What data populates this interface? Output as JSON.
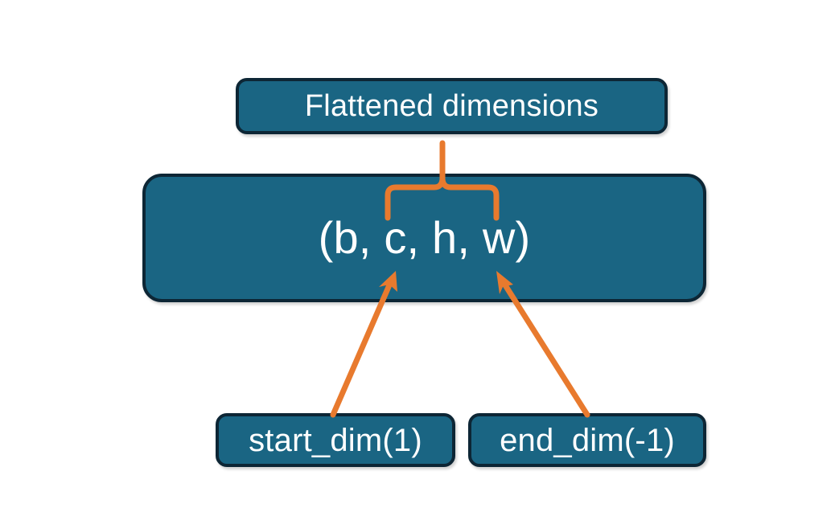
{
  "diagram": {
    "title_node": {
      "label": "Flattened dimensions",
      "name": "flattened-dimensions-box"
    },
    "shape_node": {
      "label": "(b, c, h, w)",
      "name": "tensor-shape-box"
    },
    "argument_nodes": [
      {
        "label": "start_dim(1)",
        "name": "start-dim-box"
      },
      {
        "label": "end_dim(-1)",
        "name": "end-dim-box"
      }
    ],
    "connectors": [
      {
        "name": "flattened-dimensions-brace",
        "kind": "curly-brace",
        "from": "flattened-dimensions-box",
        "to": "tensor-shape-box",
        "spans_dimensions": "c, h, w"
      },
      {
        "name": "start-dim-arrow",
        "kind": "arrow",
        "from": "start-dim-box",
        "to": "c"
      },
      {
        "name": "end-dim-arrow",
        "kind": "arrow",
        "from": "end-dim-box",
        "to": "w"
      }
    ],
    "colors": {
      "box_fill": "#1a6583",
      "box_border": "#0d2635",
      "box_text": "#ffffff",
      "connector": "#e87a2e",
      "background": "#ffffff"
    }
  }
}
